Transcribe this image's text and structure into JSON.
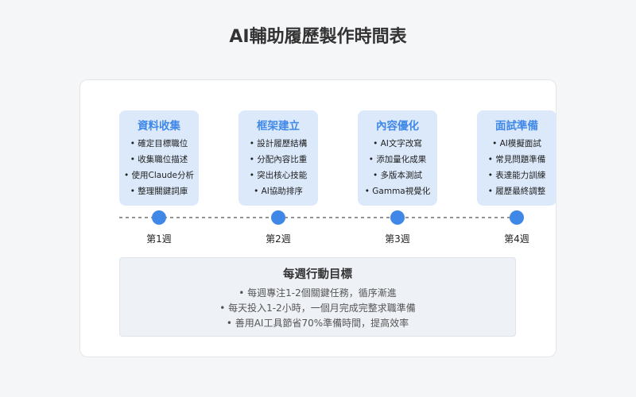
{
  "title": "AI輔助履歷製作時間表",
  "phases": [
    {
      "title": "資料收集",
      "tasks": [
        "• 確定目標職位",
        "• 收集職位描述",
        "• 使用Claude分析",
        "• 整理關鍵詞庫"
      ],
      "week": "第1週"
    },
    {
      "title": "框架建立",
      "tasks": [
        "• 設計履歷結構",
        "• 分配內容比重",
        "• 突出核心技能",
        "• AI協助排序"
      ],
      "week": "第2週"
    },
    {
      "title": "內容優化",
      "tasks": [
        "• AI文字改寫",
        "• 添加量化成果",
        "• 多版本測試",
        "• Gamma視覺化"
      ],
      "week": "第3週"
    },
    {
      "title": "面試準備",
      "tasks": [
        "• AI模擬面試",
        "• 常見問題準備",
        "• 表達能力訓練",
        "• 履歷最終調整"
      ],
      "week": "第4週"
    }
  ],
  "goals": {
    "title": "每週行動目標",
    "items": [
      "• 每週專注1-2個關鍵任務，循序漸進",
      "• 每天投入1-2小時，一個月完成完整求職準備",
      "• 善用AI工具節省70%準備時間，提高效率"
    ]
  },
  "colors": {
    "accent": "#3f88e8",
    "box_fill": "#dbe9fb",
    "timeline": "#555555"
  }
}
